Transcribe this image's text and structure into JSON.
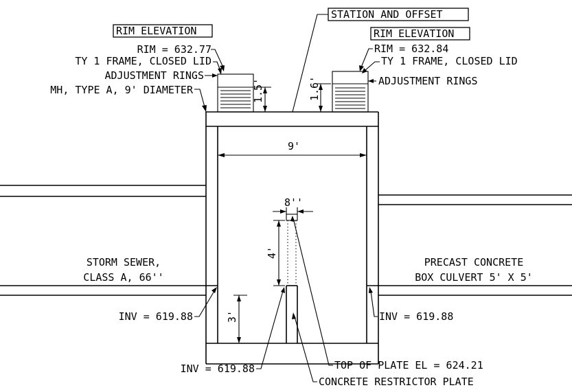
{
  "labels": {
    "rim_elevation_left": "RIM ELEVATION",
    "rim_left": "RIM = 632.77",
    "frame_left": "TY 1 FRAME, CLOSED LID",
    "rings_left": "ADJUSTMENT RINGS",
    "manhole": "MH, TYPE A, 9' DIAMETER",
    "station_offset": "STATION AND OFFSET",
    "rim_elevation_right": "RIM ELEVATION",
    "rim_right": "RIM = 632.84",
    "frame_right": "TY 1 FRAME, CLOSED LID",
    "rings_right": "ADJUSTMENT RINGS",
    "storm_sewer_1": "STORM SEWER,",
    "storm_sewer_2": "CLASS A, 66''",
    "culvert_1": "PRECAST CONCRETE",
    "culvert_2": "BOX CULVERT 5' X 5'",
    "inv_left": "INV = 619.88",
    "inv_right": "INV = 619.88",
    "inv_bottom": "INV = 619.88",
    "top_plate": "TOP OF PLATE EL = 624.21",
    "restrictor": "CONCRETE RESTRICTOR PLATE"
  },
  "dimensions": {
    "left_rings_height": "1.5'",
    "right_rings_height": "1.6'",
    "interior_width": "9'",
    "plate_width": "8''",
    "plate_gap": "4'",
    "plate_height": "3'"
  }
}
